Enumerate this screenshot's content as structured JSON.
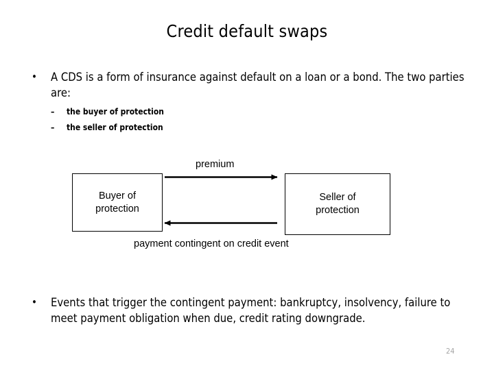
{
  "slide": {
    "title": "Credit default swaps",
    "page_number": "24",
    "background_color": "#ffffff",
    "text_color": "#000000",
    "page_number_color": "#a6a6a6"
  },
  "body": {
    "bullets": [
      {
        "marker": "•",
        "text": "A CDS is a form of insurance against default on a loan or a bond. The two parties are:"
      },
      {
        "marker": "•",
        "text": "Events that trigger the contingent payment: bankruptcy, insolvency, failure to meet payment obligation when due, credit rating downgrade."
      }
    ],
    "sub_bullets": [
      {
        "marker": "–",
        "text": "the buyer of protection"
      },
      {
        "marker": "–",
        "text": "the seller of protection"
      }
    ]
  },
  "diagram": {
    "boxes": [
      {
        "id": "buyer",
        "line1": "Buyer of",
        "line2": "protection"
      },
      {
        "id": "seller",
        "line1": "Seller of",
        "line2": "protection"
      }
    ],
    "arrow_labels": {
      "top": "premium",
      "bottom": "payment contingent on credit event"
    },
    "arrows": [
      {
        "id": "premium-arrow",
        "direction": "right",
        "from": "buyer",
        "to": "seller"
      },
      {
        "id": "payment-arrow",
        "direction": "left",
        "from": "seller",
        "to": "buyer"
      }
    ],
    "stroke_color": "#000000"
  }
}
